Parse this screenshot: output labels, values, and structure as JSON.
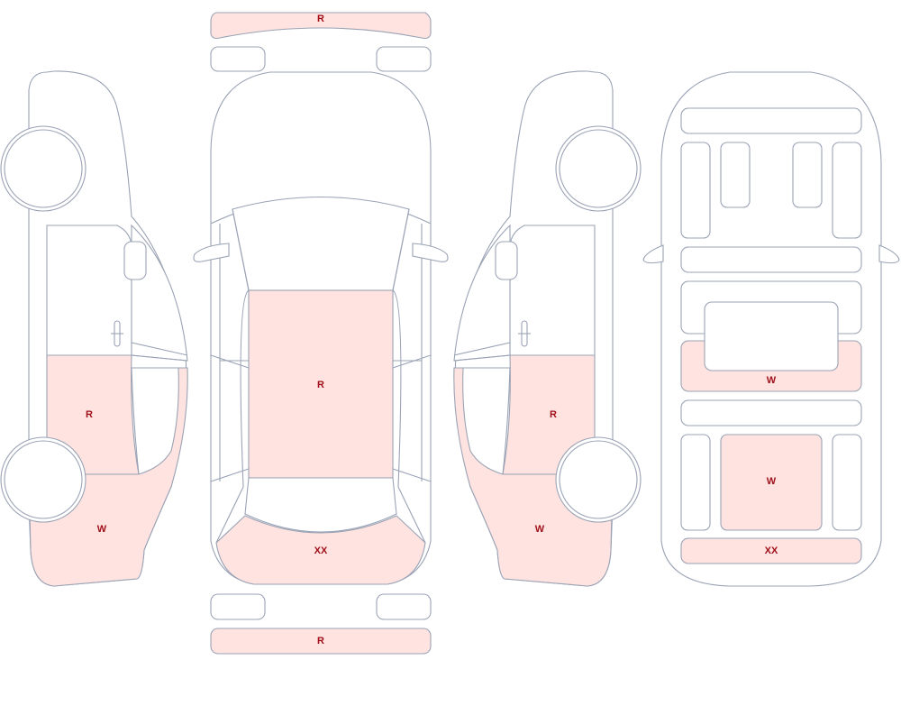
{
  "colors": {
    "outline": "#9aa3b5",
    "damage_fill": "#ffe3e0",
    "label": "#a0101a",
    "panel_fill": "#ffffff"
  },
  "labels": {
    "top_bumper": "R",
    "roof": "R",
    "rear_bumper": "R",
    "front_hood": "XX",
    "left_rear_door": "R",
    "left_rear_quarter": "W",
    "right_rear_door": "R",
    "right_rear_quarter": "W",
    "under_mid": "W",
    "under_rear": "W",
    "under_rear_bumper": "XX"
  }
}
